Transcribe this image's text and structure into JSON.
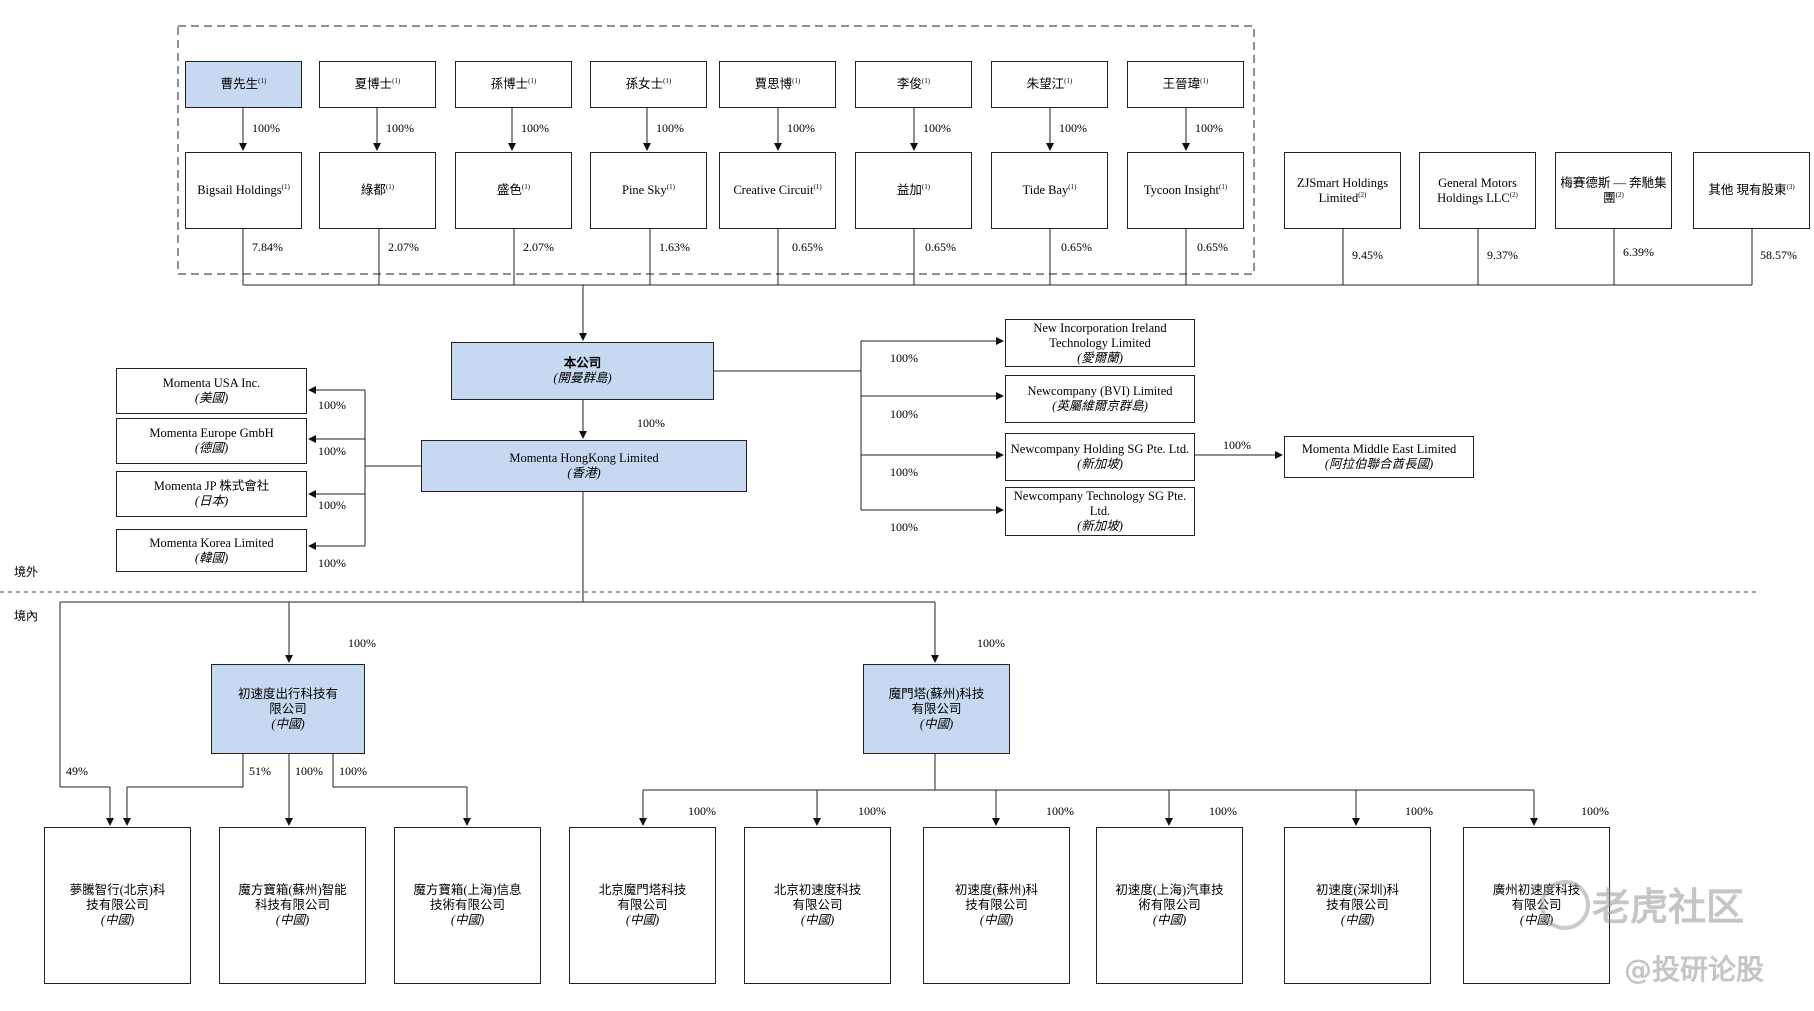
{
  "individuals": [
    {
      "name": "曹先生",
      "note": "(1)",
      "highlight": true
    },
    {
      "name": "夏博士",
      "note": "(1)"
    },
    {
      "name": "孫博士",
      "note": "(1)"
    },
    {
      "name": "孫女士",
      "note": "(1)"
    },
    {
      "name": "賈思博",
      "note": "(1)"
    },
    {
      "name": "李俊",
      "note": "(1)"
    },
    {
      "name": "朱望江",
      "note": "(1)"
    },
    {
      "name": "王晉瑋",
      "note": "(1)"
    }
  ],
  "holding_entities": [
    {
      "name": "Bigsail Holdings",
      "note": "(1)"
    },
    {
      "name": "綠都",
      "note": "(1)"
    },
    {
      "name": "盛色",
      "note": "(1)"
    },
    {
      "name": "Pine Sky",
      "note": "(1)"
    },
    {
      "name": "Creative Circuit",
      "note": "(1)"
    },
    {
      "name": "益加",
      "note": "(1)"
    },
    {
      "name": "Tide Bay",
      "note": "(1)"
    },
    {
      "name": "Tycoon Insight",
      "note": "(1)"
    }
  ],
  "individual_to_entity_pct": "100%",
  "entity_stakes": [
    "7.84%",
    "2.07%",
    "2.07%",
    "1.63%",
    "0.65%",
    "0.65%",
    "0.65%",
    "0.65%"
  ],
  "other_shareholders": [
    {
      "name": "ZJSmart Holdings Limited",
      "note": "(2)",
      "pct": "9.45%"
    },
    {
      "name": "General Motors Holdings LLC",
      "note": "(2)",
      "pct": "9.37%"
    },
    {
      "name": "梅賽德斯 — 奔馳集團",
      "note": "(2)",
      "pct": "6.39%"
    },
    {
      "name": "其他 現有股東",
      "note": "(3)",
      "pct": "58.57%"
    }
  ],
  "company": {
    "name": "本公司",
    "region": "(開曼群島)"
  },
  "hk": {
    "name": "Momenta HongKong Limited",
    "region": "(香港)",
    "pct": "100%"
  },
  "offshore_direct": [
    {
      "name": "New Incorporation Ireland Technology Limited",
      "region": "(愛爾蘭)",
      "pct": "100%"
    },
    {
      "name": "Newcompany (BVI) Limited",
      "region": "(英屬維爾京群島)",
      "pct": "100%"
    },
    {
      "name": "Newcompany Holding SG Pte. Ltd.",
      "region": "(新加坡)",
      "pct": "100%"
    },
    {
      "name": "Newcompany Technology SG Pte. Ltd.",
      "region": "(新加坡)",
      "pct": "100%"
    }
  ],
  "middle_east": {
    "name": "Momenta Middle East Limited",
    "region": "(阿拉伯聯合酋長國)",
    "pct": "100%"
  },
  "hk_subs": [
    {
      "name": "Momenta USA Inc.",
      "region": "(美國)",
      "pct": "100%"
    },
    {
      "name": "Momenta Europe GmbH",
      "region": "(德國)",
      "pct": "100%"
    },
    {
      "name": "Momenta JP 株式會社",
      "region": "(日本)",
      "pct": "100%"
    },
    {
      "name": "Momenta Korea Limited",
      "region": "(韓國)",
      "pct": "100%"
    }
  ],
  "regions": {
    "offshore": "境外",
    "onshore": "境內"
  },
  "cs": {
    "name": "初速度出行科技有限公司",
    "region": "(中國)",
    "pct": "100%"
  },
  "mmt": {
    "name": "魔門塔(蘇州)科技有限公司",
    "region": "(中國)",
    "pct": "100%"
  },
  "left_subs": [
    {
      "name": "夢騰智行(北京)科技有限公司",
      "region": "(中國)"
    },
    {
      "name": "魔方寶箱(蘇州)智能科技有限公司",
      "region": "(中國)"
    },
    {
      "name": "魔方寶箱(上海)信息技術有限公司",
      "region": "(中國)"
    }
  ],
  "left_pcts": {
    "hk_direct": "49%",
    "cs_to_mt": "51%",
    "cs_to_sz": "100%",
    "cs_to_sh": "100%"
  },
  "right_subs": [
    {
      "name": "北京魔門塔科技有限公司",
      "region": "(中國)",
      "pct": "100%"
    },
    {
      "name": "北京初速度科技有限公司",
      "region": "(中國)",
      "pct": "100%"
    },
    {
      "name": "初速度(蘇州)科技有限公司",
      "region": "(中國)",
      "pct": "100%"
    },
    {
      "name": "初速度(上海)汽車技術有限公司",
      "region": "(中國)",
      "pct": "100%"
    },
    {
      "name": "初速度(深圳)科技有限公司",
      "region": "(中國)",
      "pct": "100%"
    },
    {
      "name": "廣州初速度科技有限公司",
      "region": "(中國)",
      "pct": "100%"
    }
  ],
  "watermark": {
    "brand": "老虎社区",
    "handle": "@投研论股"
  }
}
